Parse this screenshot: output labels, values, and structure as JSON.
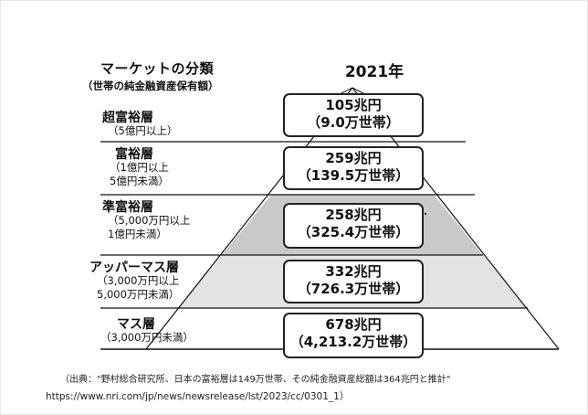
{
  "header": {
    "title": "マーケットの分類",
    "subtitle": "（世帯の純金融資産保有額）",
    "year": "2021年"
  },
  "tiers": [
    {
      "name": "超富裕層",
      "range": "（5億円以上）",
      "amount": "105兆円",
      "households": "（9.0万世帯）",
      "fill": "#ffffff"
    },
    {
      "name": "富裕層",
      "range": "（1億円以上\n5億円未満）",
      "amount": "259兆円",
      "households": "（139.5万世帯）",
      "fill": "#f2f2f2"
    },
    {
      "name": "準富裕層",
      "range": "（5,000万円以上\n1億円未満）",
      "amount": "258兆円",
      "households": "（325.4万世帯）",
      "fill": "#c9c9c9"
    },
    {
      "name": "アッパーマス層",
      "range": "（3,000万円以上\n5,000万円未満）",
      "amount": "332兆円",
      "households": "（726.3万世帯）",
      "fill": "#e3e3e3"
    },
    {
      "name": "マス層",
      "range": "（3,000万円未満）",
      "amount": "678兆円",
      "households": "（4,213.2万世帯）",
      "fill": "#ffffff"
    }
  ],
  "footer": {
    "source": "（出典：\"野村総合研究所、日本の富裕層は149万世帯、その純金融資産総額は364兆円と推計\"",
    "url": "https://www.nri.com/jp/news/newsrelease/lst/2023/cc/0301_1）"
  },
  "colors": {
    "line": "#111111",
    "box_border": "#222222",
    "text": "#111111"
  }
}
